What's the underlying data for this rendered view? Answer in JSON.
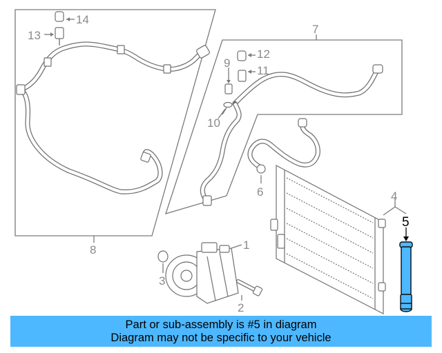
{
  "callouts": {
    "c1": "1",
    "c2": "2",
    "c3": "3",
    "c4": "4",
    "c5": "5",
    "c6": "6",
    "c7": "7",
    "c8": "8",
    "c9": "9",
    "c10": "10",
    "c11": "11",
    "c12": "12",
    "c13": "13",
    "c14": "14"
  },
  "highlighted_part": "5",
  "colors": {
    "highlight": "#4db8ff",
    "line": "#707070",
    "label": "#8a8a8a"
  },
  "banner": {
    "line1": "Part or sub-assembly is #5 in diagram",
    "line2": "Diagram may not be specific to your vehicle"
  }
}
